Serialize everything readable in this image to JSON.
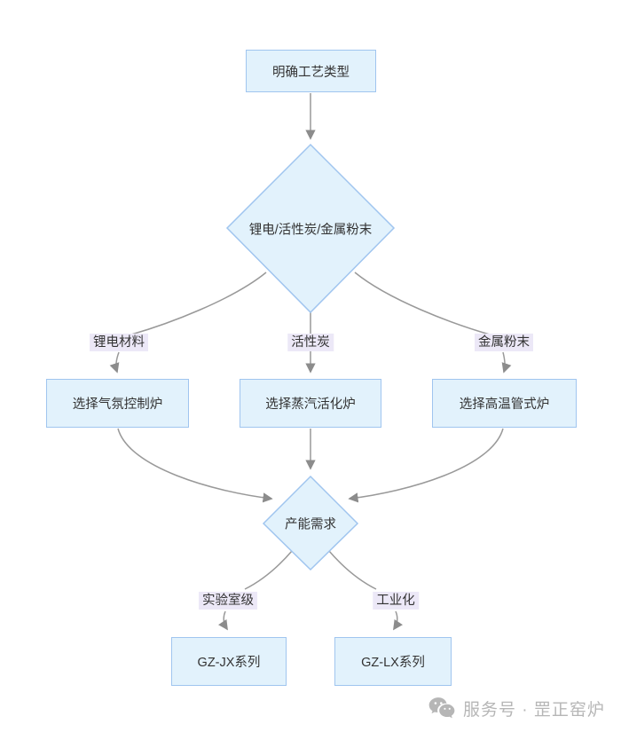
{
  "diagram": {
    "colors": {
      "node_fill": "#e2f2fc",
      "node_border": "#a0c5ef",
      "edge": "#999999",
      "arrow": "#8c8c8c",
      "label_bg": "#ece8f7",
      "text": "#333333",
      "watermark": "#b6b6b6",
      "bg": "#ffffff"
    },
    "nodes": {
      "start": {
        "type": "rect",
        "label": "明确工艺类型"
      },
      "decision_material": {
        "type": "diamond",
        "label": "锂电/活性炭/金属粉末"
      },
      "furnace_atmosphere": {
        "type": "rect",
        "label": "选择气氛控制炉"
      },
      "furnace_steam": {
        "type": "rect",
        "label": "选择蒸汽活化炉"
      },
      "furnace_tube": {
        "type": "rect",
        "label": "选择高温管式炉"
      },
      "decision_capacity": {
        "type": "diamond",
        "label": "产能需求"
      },
      "series_jx": {
        "type": "rect",
        "label": "GZ-JX系列"
      },
      "series_lx": {
        "type": "rect",
        "label": "GZ-LX系列"
      }
    },
    "edge_labels": {
      "lithium": "锂电材料",
      "carbon": "活性炭",
      "metal": "金属粉末",
      "lab": "实验室级",
      "industrial": "工业化"
    }
  },
  "watermark": {
    "icon": "wechat-icon",
    "text": "服务号 · 罡正窑炉"
  }
}
